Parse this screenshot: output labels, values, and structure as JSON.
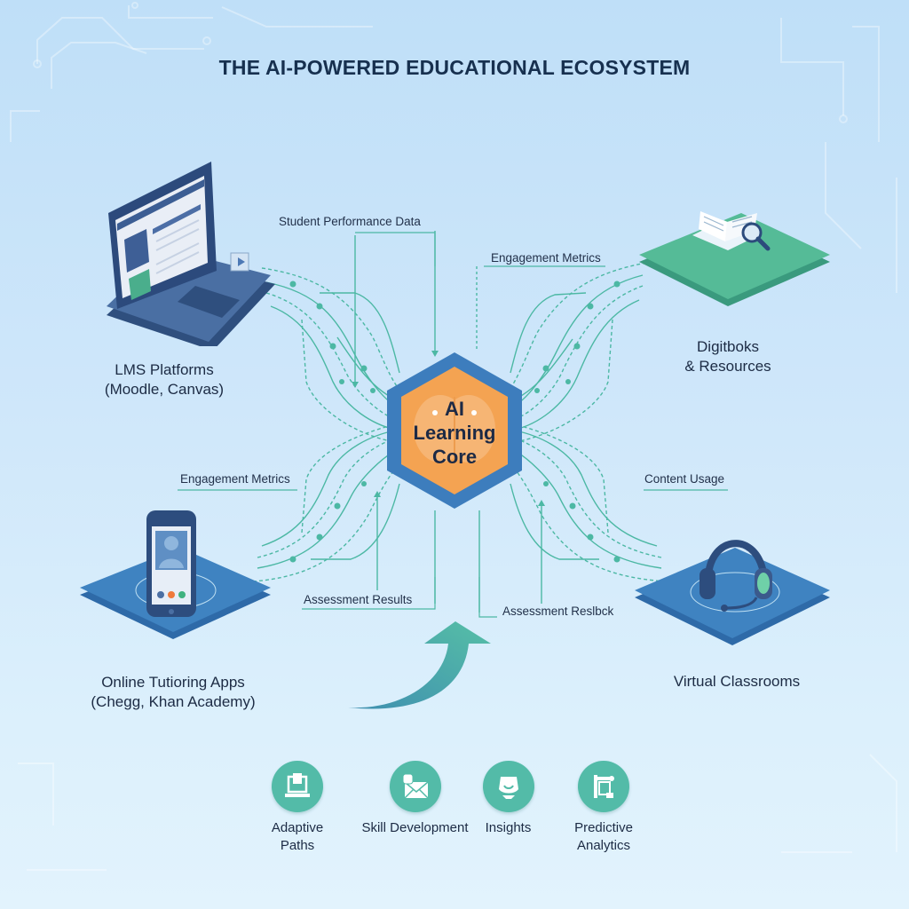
{
  "title": "THE AI-POWERED EDUCATIONAL ECOSYSTEM",
  "colors": {
    "background_top": "#bfdff8",
    "background_bottom": "#e2f3fd",
    "core_blue": "#3f7fbf",
    "core_orange": "#f5a050",
    "teal_accent": "#53bba8",
    "platform_blue": "#3f7dbd",
    "platform_green": "#4fb394",
    "text_dark": "#1c2b44"
  },
  "core": {
    "line1": "AI",
    "line2": "Learning",
    "line3": "Core",
    "icon": "brain-icon"
  },
  "nodes": [
    {
      "id": "lms",
      "line1": "LMS Platforms",
      "line2": "(Moodle, Canvas)",
      "icon": "laptop-icon"
    },
    {
      "id": "digibooks",
      "line1": "Digitboks",
      "line2": "& Resources",
      "icon": "book-magnifier-icon"
    },
    {
      "id": "tutoring",
      "line1": "Online Tutioring Apps",
      "line2": "(Chegg, Khan Academy)",
      "icon": "smartphone-video-call-icon"
    },
    {
      "id": "virtual",
      "line1": "Virtual Classrooms",
      "line2": "",
      "icon": "headset-icon"
    }
  ],
  "flows": [
    {
      "label": "Student Performance Data"
    },
    {
      "label": "Engagement Metrics"
    },
    {
      "label": "Engagement Metrics"
    },
    {
      "label": "Content Usage"
    },
    {
      "label": "Assessment Results"
    },
    {
      "label": "Assessment Reslbck"
    }
  ],
  "benefits": [
    {
      "line1": "Adaptive",
      "line2": "Paths",
      "icon": "laptop-path-icon"
    },
    {
      "line1": "Skill Development",
      "line2": "",
      "icon": "envelope-skill-icon"
    },
    {
      "line1": "Insights",
      "line2": "",
      "icon": "user-insight-icon"
    },
    {
      "line1": "Predictive",
      "line2": "Analytics",
      "icon": "analytics-board-icon"
    }
  ]
}
